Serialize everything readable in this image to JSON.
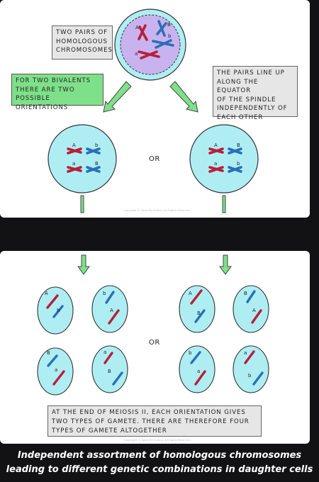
{
  "labels": {
    "two_pairs": "TWO PAIRS OF\nHOMOLOGOUS\nCHROMOSOMES",
    "bivalents": "FOR TWO BIVALENTS\nTHERE ARE TWO\nPOSSIBLE ORIENTATIONS",
    "pairs_line_up": "THE PAIRS LINE UP\nALONG THE EQUATOR\nOF THE SPINDLE\nINDEPENDENTLY OF\nEACH OTHER",
    "or_top": "OR",
    "or_bottom": "OR",
    "end_meiosis": "AT THE END OF MEIOSIS II, EACH ORIENTATION GIVES\nTWO TYPES OF GAMETE. THERE ARE THEREFORE FOUR\nTYPES OF GAMETE ALTOGETHER",
    "copyright_top": "Copyright © Save My Exams. All Rights Reserved",
    "copyright_bottom": "Copyright © Save My Exams. All Rights Reserved"
  },
  "alleles": {
    "A": "A",
    "a": "a",
    "B": "B",
    "b": "b"
  },
  "caption": {
    "line1": "Independent assortment of homologous chromosomes",
    "line2": "leading to different genetic combinations in daughter cells"
  },
  "colors": {
    "cell_fill": "#aeeef3",
    "nucleus_fill": "#c9b3ee",
    "red_chromosome": "#b81f3a",
    "blue_chromosome": "#2a6fb8",
    "arrow_green": "#7fe08a"
  }
}
